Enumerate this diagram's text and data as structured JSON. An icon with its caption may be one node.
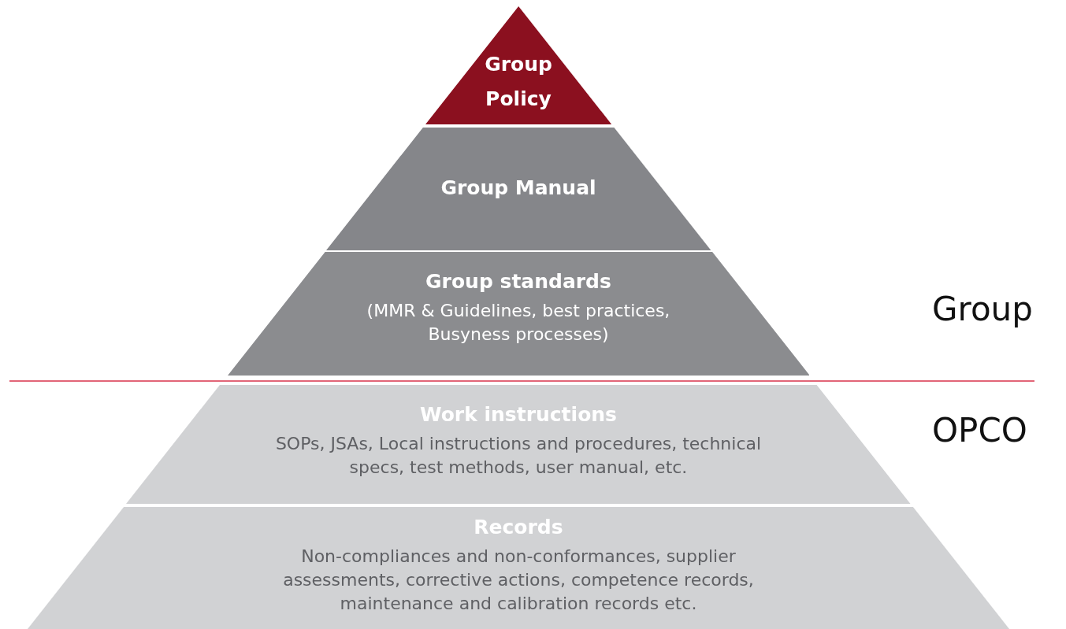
{
  "diagram": {
    "nodes": [
      {
        "text": [
          "Group Policy"
        ]
      },
      {
        "text": [
          "Group Manual"
        ]
      },
      {
        "text": [
          "Group standards",
          "(MMR & Guidelines, best practices, Busyness processes)"
        ]
      },
      {
        "text": [
          "Work instructions",
          "SOPs, JSAs, Local instructions and procedures, technical specs, test methods, user manual, etc."
        ]
      },
      {
        "text": [
          "Records",
          "Non-compliances and non-conformances, supplier assessments, corrective actions, competence records, maintenance and calibration records etc."
        ]
      }
    ],
    "edges": [],
    "labels": [
      "Group",
      "OPCO"
    ]
  }
}
